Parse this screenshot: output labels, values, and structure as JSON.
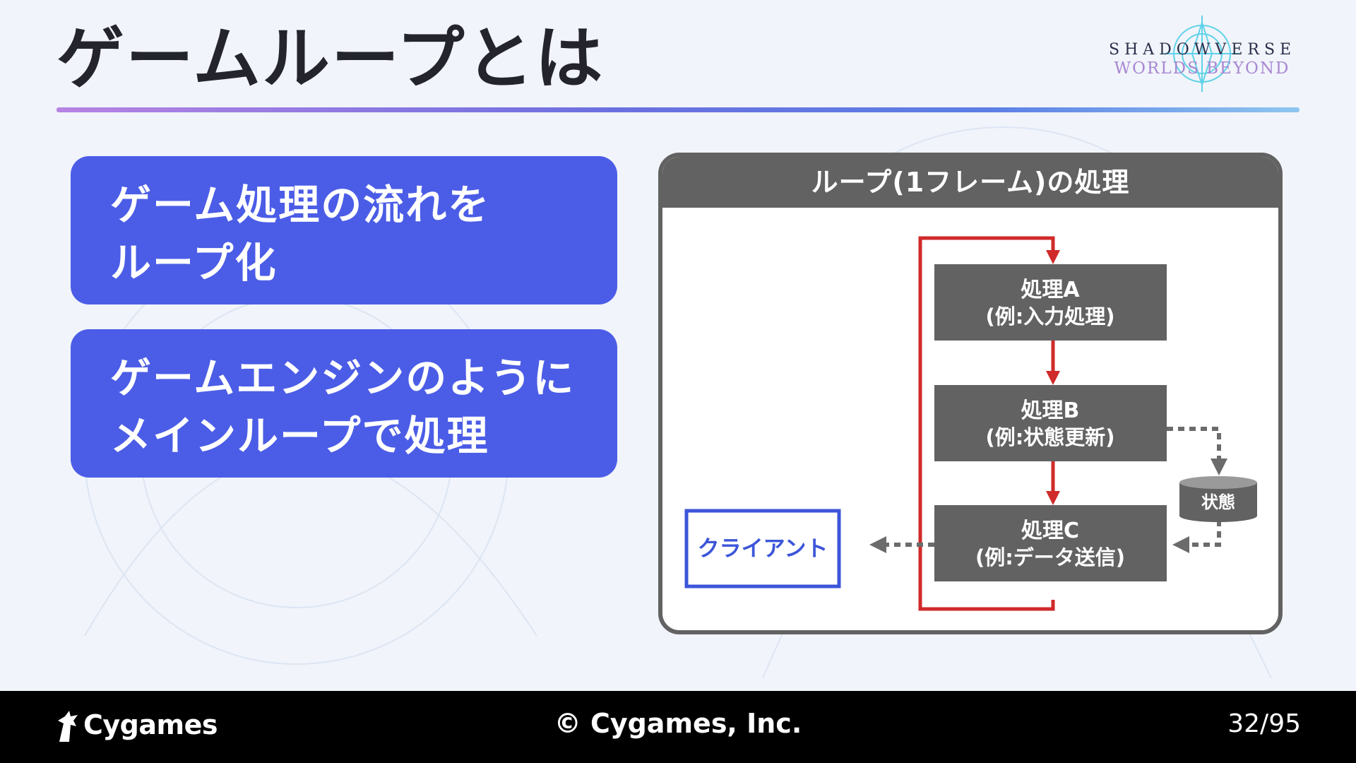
{
  "slide": {
    "title": "ゲームループとは",
    "logo": {
      "line1": "SHADOWVERSE",
      "line2": "WORLDS BEYOND"
    },
    "points": [
      {
        "lines": [
          "ゲーム処理の流れを",
          "ループ化"
        ]
      },
      {
        "lines": [
          "ゲームエンジンのように",
          "メインループで処理"
        ]
      }
    ]
  },
  "diagram": {
    "header": "ループ(1フレーム)の処理",
    "steps": [
      {
        "title": "処理A",
        "example": "(例:入力処理)"
      },
      {
        "title": "処理B",
        "example": "(例:状態更新)"
      },
      {
        "title": "処理C",
        "example": "(例:データ送信)"
      }
    ],
    "state_store": "状態",
    "client": "クライアント",
    "colors": {
      "step_fill": "#626262",
      "loop_arrow": "#d02a2a",
      "data_arrow": "#6b6b6b",
      "client_border": "#3c55d9",
      "client_text": "#3c55d9"
    }
  },
  "footer": {
    "brand": "Cygames",
    "copyright": "© Cygames, Inc.",
    "page": "32/95"
  }
}
